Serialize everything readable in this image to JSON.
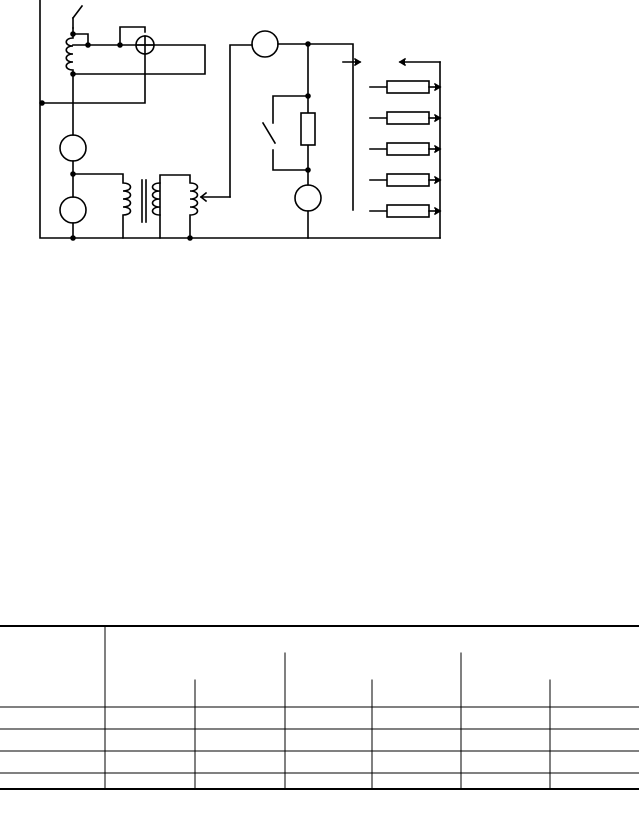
{
  "diagram": {
    "components": [
      {
        "name": "switch-top"
      },
      {
        "name": "coil-top"
      },
      {
        "name": "indicator-lamp"
      },
      {
        "name": "meter-left-upper"
      },
      {
        "name": "meter-left-lower"
      },
      {
        "name": "transformer"
      },
      {
        "name": "meter-top-middle"
      },
      {
        "name": "resistor-middle"
      },
      {
        "name": "switch-middle"
      },
      {
        "name": "meter-bottom-middle"
      },
      {
        "name": "resistor-bank",
        "count": 5
      }
    ]
  },
  "table": {
    "columns": 7,
    "rows": 5,
    "header_text": [],
    "cells": []
  }
}
